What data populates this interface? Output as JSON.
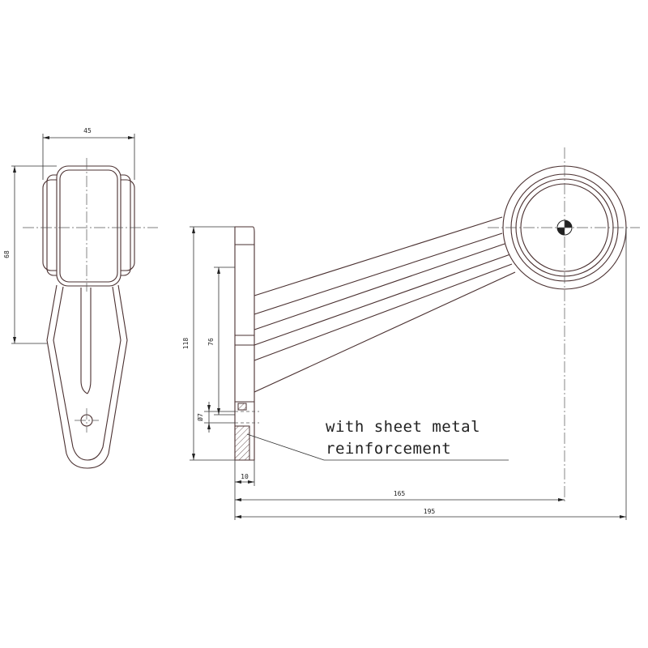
{
  "dimensions": {
    "side_width": "45",
    "side_height": "68",
    "total_height": "118",
    "hole_spacing": "76",
    "hole_diameter": "Ø7",
    "plate_thickness": "10",
    "center_distance": "165",
    "total_length": "195"
  },
  "note": {
    "line1": "with sheet metal",
    "line2": "reinforcement"
  },
  "colors": {
    "outline": "#4a3030",
    "dimension": "#333333"
  }
}
